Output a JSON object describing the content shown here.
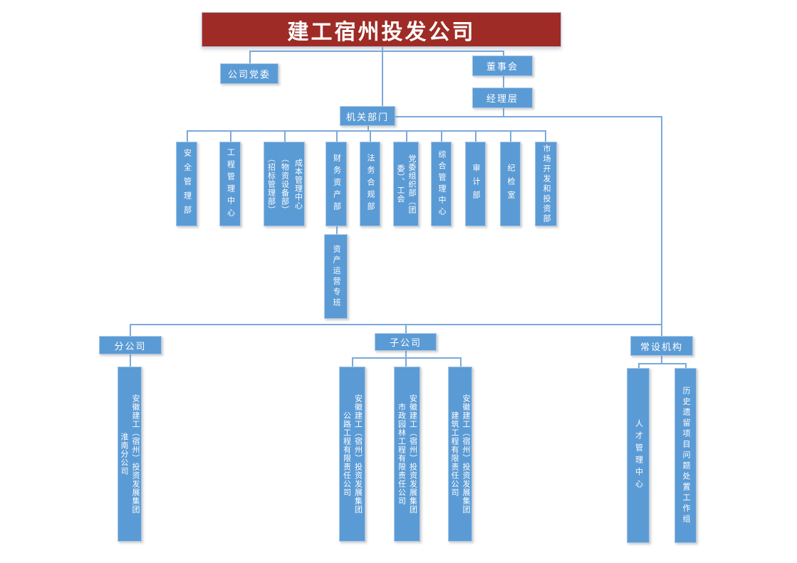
{
  "title": "建工宿州投发公司",
  "org": {
    "party_committee": "公司党委",
    "board": "董事会",
    "management": "经理层",
    "hq": "机关部门",
    "branch_group": "分公司",
    "subsidiary_group": "子公司",
    "standing_group": "常设机构"
  },
  "departments": [
    "安全管理部",
    "工程管理中心",
    "成本管理中心\n（物资设备部）\n（招标管理部）",
    "财务资产部",
    "法务合规部",
    "党委组织部（团\n委）、工会",
    "综合管理中心",
    "审计部",
    "纪检室",
    "市场开发和投资部"
  ],
  "asset_team": "资产运营专班",
  "branch_children": [
    "安徽建工（宿州）投资发展集团\n淮南分公司"
  ],
  "subsidiary_children": [
    "安徽建工（宿州）投资发展集团\n公路工程有限责任公司",
    "安徽建工（宿州）投资发展集团\n市政园林工程有限责任公司",
    "安徽建工（宿州）投资发展集团\n建筑工程有限责任公司"
  ],
  "standing_children": [
    "人才管理中心",
    "历史遗留项目问题处置工作组"
  ],
  "colors": {
    "banner_red": "#9E2B25",
    "node_blue": "#5B9BD5",
    "line_blue": "#7CA9DC",
    "text": "#FFFFFF"
  }
}
